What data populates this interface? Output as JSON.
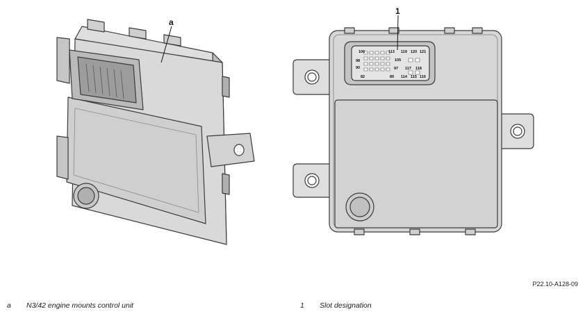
{
  "figure": {
    "callouts": {
      "left": "a",
      "right": "1"
    },
    "pins": [
      "106",
      "113",
      "119",
      "120",
      "121",
      "98",
      "105",
      "90",
      "97",
      "117",
      "118",
      "82",
      "89",
      "114",
      "115",
      "116"
    ],
    "doc_ref": "P22.10-A128-09"
  },
  "legend": [
    {
      "key": "a",
      "text": "N3/42 engine mounts control unit"
    },
    {
      "key": "1",
      "text": "Slot designation"
    }
  ]
}
